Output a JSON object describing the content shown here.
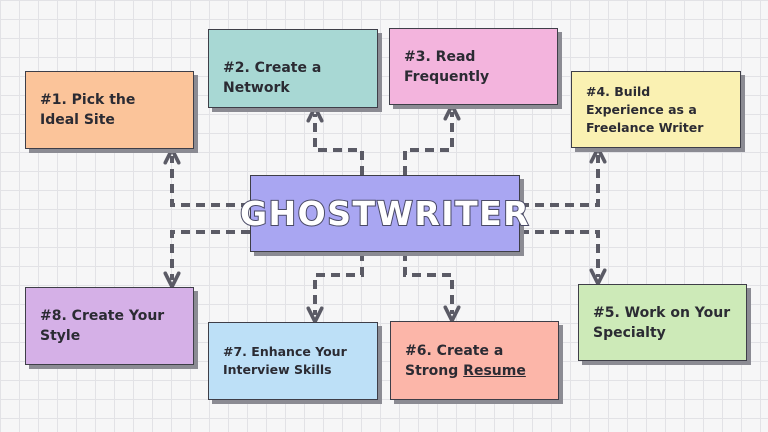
{
  "center": {
    "title": "GHOSTWRITER",
    "color": "#a9a6f2"
  },
  "steps": [
    {
      "number": "#1.",
      "label": "Pick the Ideal Site",
      "color": "#fbc49a"
    },
    {
      "number": "#2.",
      "label": "Create a Network",
      "color": "#a8d8d4"
    },
    {
      "number": "#3.",
      "label": "Read Frequently",
      "color": "#f3b4dd"
    },
    {
      "number": "#4.",
      "label": "Build Experience as a Freelance Writer",
      "color": "#faf1b2"
    },
    {
      "number": "#5.",
      "label": "Work on Your Specialty",
      "color": "#cdeab8"
    },
    {
      "number": "#6.",
      "label_prefix": "Create a Strong",
      "label_link": "Resume",
      "color": "#fcb6a9"
    },
    {
      "number": "#7.",
      "label": "Enhance Your Interview Skills",
      "color": "#bde0f7"
    },
    {
      "number": "#8.",
      "label": "Create Your Style",
      "color": "#d5b0e7"
    }
  ],
  "connector_color": "#5b5b66"
}
